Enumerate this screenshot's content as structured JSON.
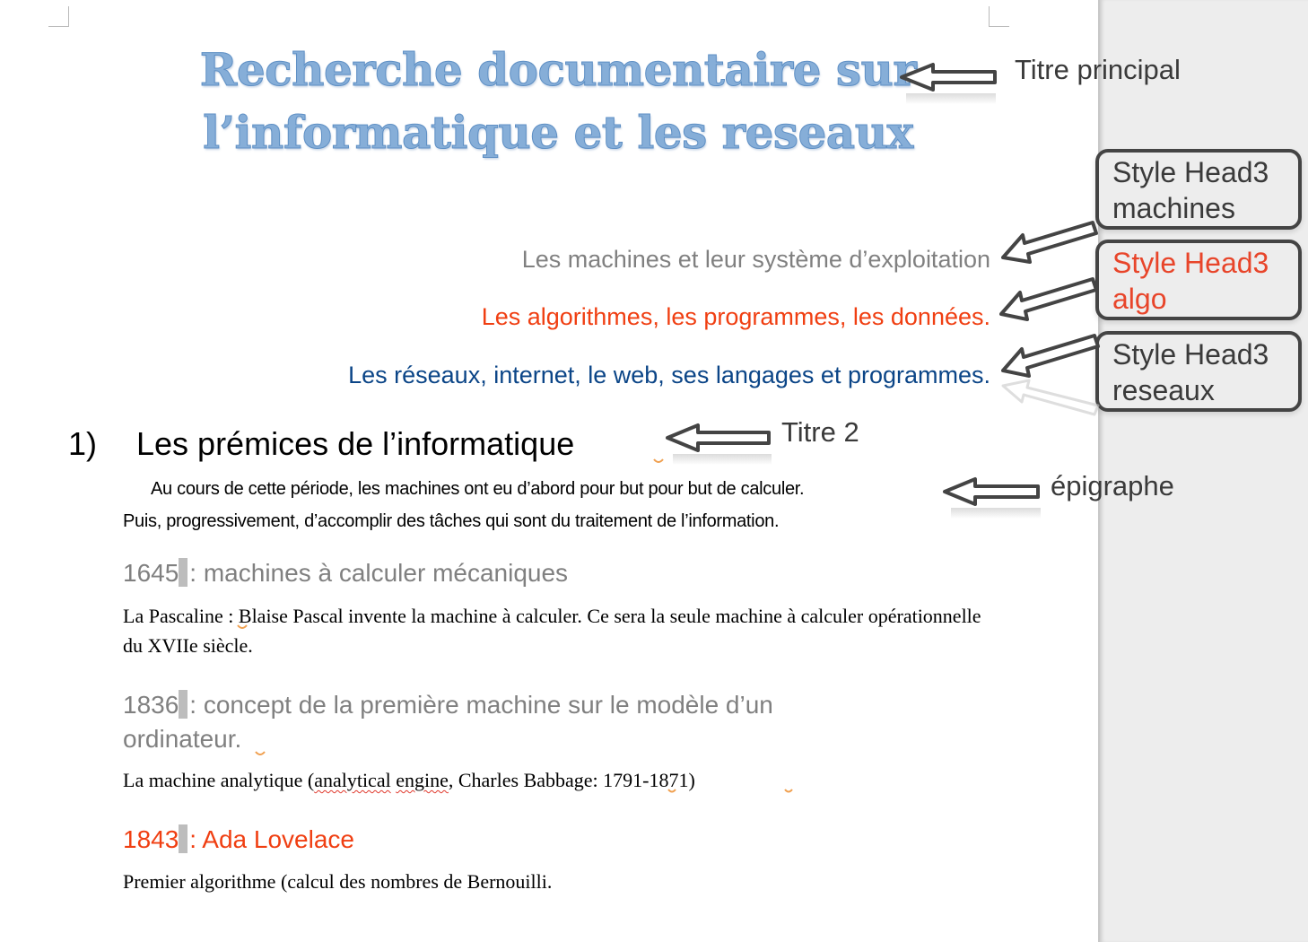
{
  "document": {
    "title_line1": "Recherche documentaire sur",
    "title_line2": "l’informatique et les reseaux",
    "head3_machines": "Les machines et leur système d’exploitation",
    "head3_algo": "Les algorithmes, les programmes, les données.",
    "head3_reseaux": "Les réseaux, internet, le web, ses langages et programmes.",
    "heading2_number": "1)",
    "heading2_text": "Les prémices de l’informatique",
    "epigraph_line1": "Au cours de cette période, les machines ont eu d’abord pour but pour but de calculer.",
    "epigraph_line2": "Puis, progressivement, d’accomplir des tâches qui sont du traitement de l’information.",
    "sections": [
      {
        "year": "1645",
        "heading_rest": ": machines à calculer mécaniques",
        "body": "La Pascaline : Blaise Pascal invente la machine à calculer. Ce sera la seule machine à calculer opérationnelle du XVIIe siècle."
      },
      {
        "year": "1836",
        "heading_rest": ": concept de la première machine sur le modèle d’un",
        "heading_rest_line2": "ordinateur.",
        "body_part1": "La machine analytique (",
        "body_misspelled1": "analytical",
        "body_space": " ",
        "body_misspelled2": "engine",
        "body_part2": ", Charles Babbage: 1791-1871)"
      },
      {
        "year": "1843",
        "heading_rest": ": Ada Lovelace",
        "body": "Premier algorithme (calcul des nombres de Bernouilli."
      }
    ]
  },
  "annotations": {
    "titre_principal": "Titre principal",
    "titre2": "Titre 2",
    "epigraphe": "épigraphe",
    "callout_machines_line1": "Style Head3",
    "callout_machines_line2": "machines",
    "callout_algo_line1": "Style Head3",
    "callout_algo_line2": "algo",
    "callout_reseaux_line1": "Style Head3",
    "callout_reseaux_line2": "reseaux"
  },
  "colors": {
    "title": "#86aed8",
    "head3_machines": "#808080",
    "head3_algo": "#f03f12",
    "head3_reseaux": "#0b4587",
    "callout_algo_text": "#e8452a",
    "side_panel": "#ededed"
  }
}
